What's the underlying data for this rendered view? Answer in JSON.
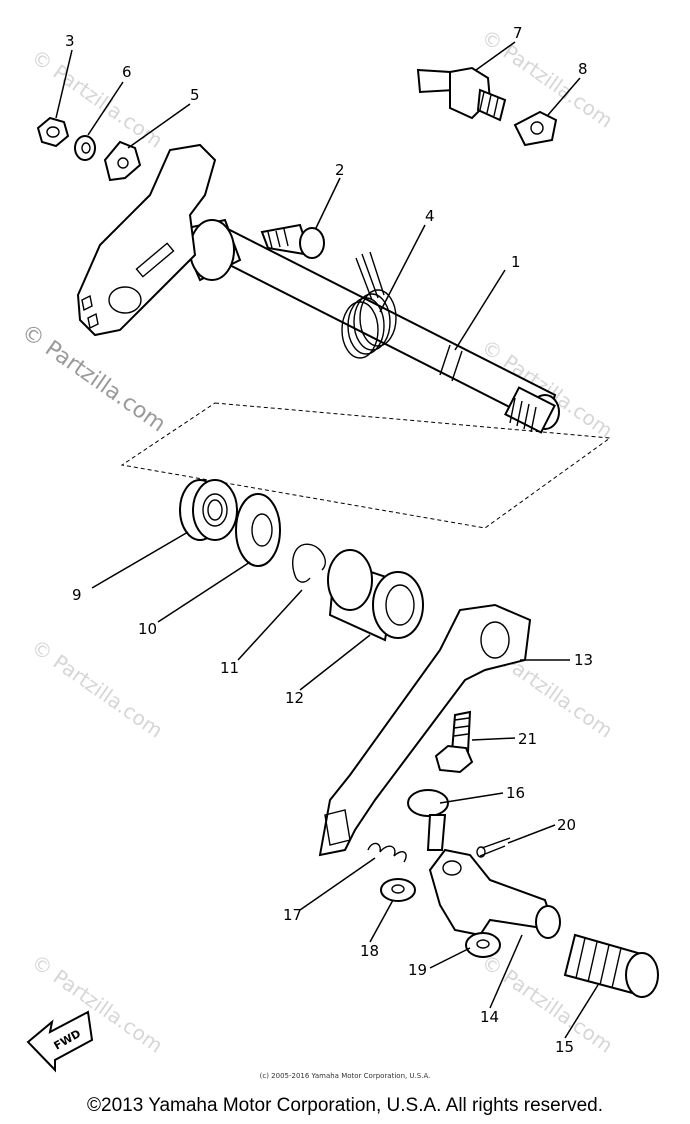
{
  "watermark": {
    "text": "© Partzilla.com"
  },
  "callouts": [
    "1",
    "2",
    "3",
    "4",
    "5",
    "6",
    "7",
    "8",
    "9",
    "10",
    "11",
    "12",
    "13",
    "14",
    "15",
    "16",
    "17",
    "18",
    "19",
    "20",
    "21"
  ],
  "fwd_label": "FWD",
  "credit_small": "(c) 2005-2016 Yamaha Motor Corporation, U.S.A.",
  "copyright": "©2013 Yamaha Motor Corporation, U.S.A. All rights reserved."
}
